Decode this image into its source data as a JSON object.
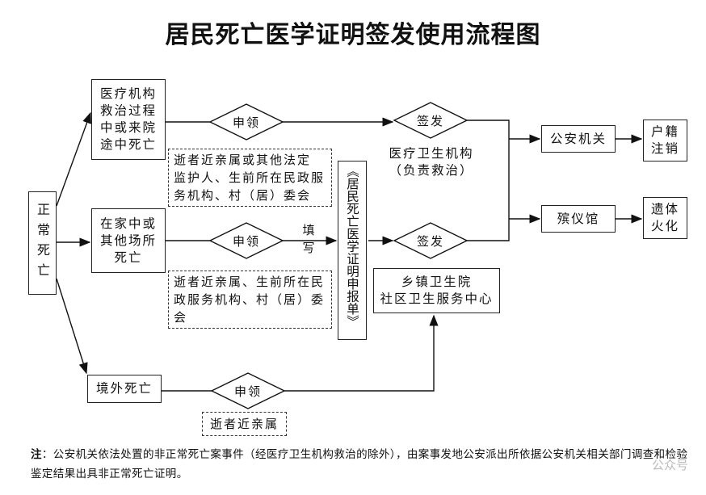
{
  "title": "居民死亡医学证明签发使用流程图",
  "nodes": {
    "abnormal_death": "正常死亡",
    "hospital_death": "医疗机构\n救治过程\n中或来院\n途中死亡",
    "home_death": "在家中或\n其他场所\n死亡",
    "abroad_death": "境外死亡",
    "apply_1": "申领",
    "apply_2": "申领",
    "apply_3": "申领",
    "fill": "填\n写",
    "applicant_1": "逝者近亲属或其他法定\n监护人、生前所在民政服\n务机构、村（居）委会",
    "applicant_2": "逝者近亲属、生前所在民\n政服务机构、村（居）委\n会",
    "applicant_3": "逝者近亲属",
    "form": "《居民死亡医学证明申报单》",
    "sign_1": "签发",
    "sign_2": "签发",
    "medical_org": "医疗卫生机构\n（负责救治）",
    "township": "乡镇卫生院\n社区卫生服务中心",
    "police": "公安机关",
    "funeral": "殡仪馆",
    "household": "户籍\n注销",
    "cremation": "遗体\n火化"
  },
  "note": {
    "label": "注",
    "text": "：公安机关依法处置的非正常死亡案事件（经医疗卫生机构救治的除外），由案事发地公安派出所依据公安机关相关部门调查和检验鉴定结果出具非正常死亡证明。"
  },
  "watermark": "公众号"
}
